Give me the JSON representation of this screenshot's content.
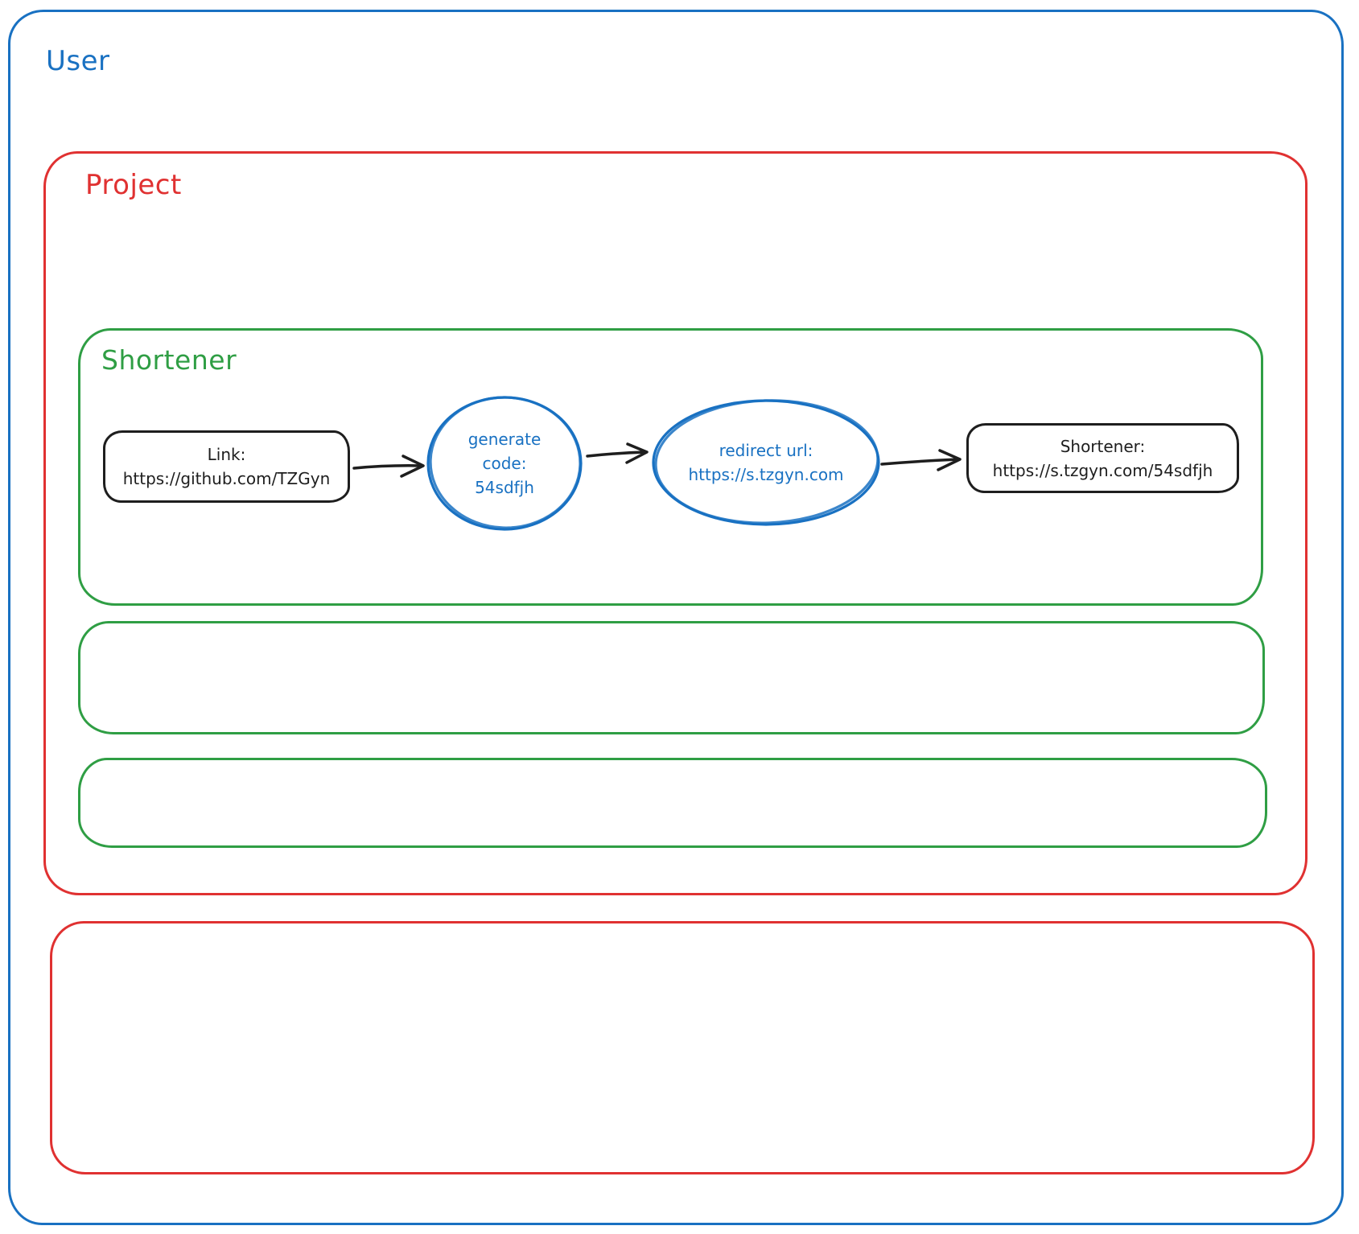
{
  "diagram": {
    "user_frame": {
      "label": "User"
    },
    "project_frame": {
      "label": "Project"
    },
    "shortener_frame": {
      "label": "Shortener"
    },
    "flow": {
      "link_node": {
        "line1": "Link:",
        "line2": "https://github.com/TZGyn"
      },
      "generate_code_node": {
        "line1": "generate",
        "line2": "code:",
        "line3": "54sdfjh"
      },
      "redirect_url_node": {
        "line1": "redirect url:",
        "line2": "https://s.tzgyn.com"
      },
      "shortener_result_node": {
        "line1": "Shortener:",
        "line2": "https://s.tzgyn.com/54sdfjh"
      }
    }
  },
  "colors": {
    "blue": "#1971c2",
    "red": "#e03131",
    "green": "#2f9e44",
    "ink": "#1e1e1e"
  }
}
